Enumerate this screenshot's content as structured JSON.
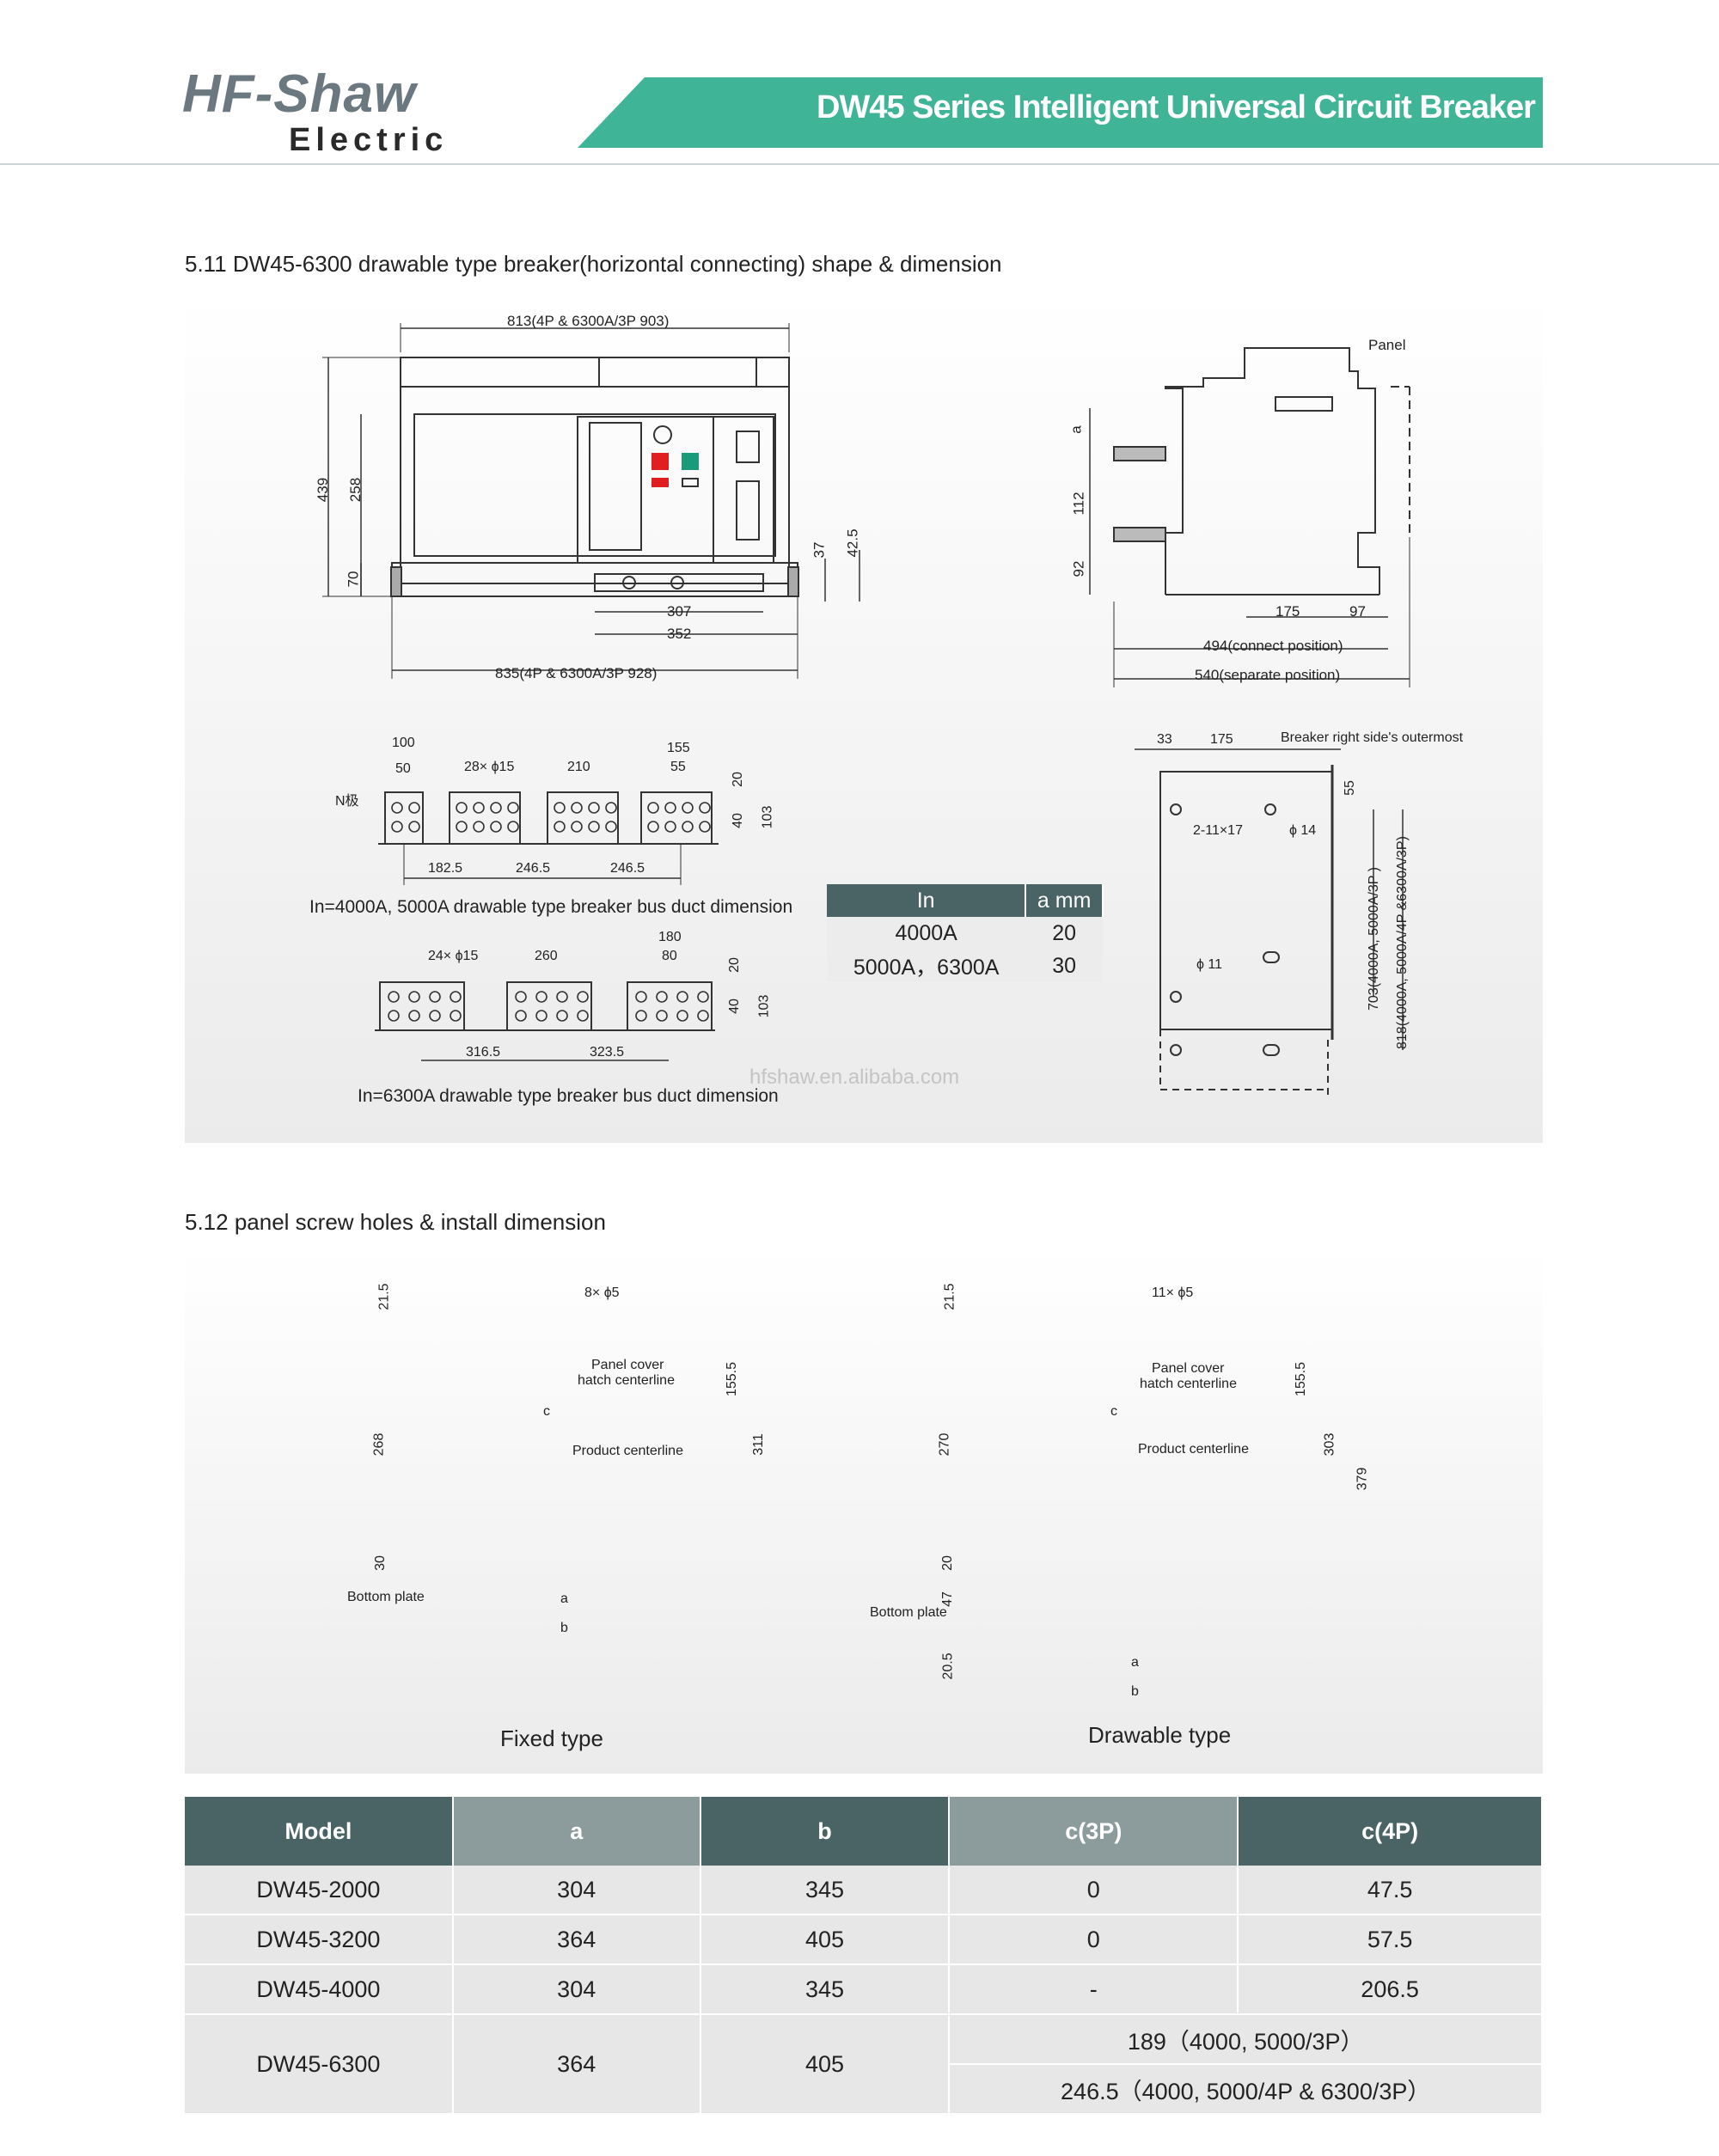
{
  "brand": {
    "name": "HF-Shaw",
    "sub": "Electric"
  },
  "banner": {
    "title": "DW45  Series Intelligent Universal Circuit Breaker"
  },
  "section1": {
    "title": "5.11  DW45-6300 drawable type breaker(horizontal connecting) shape & dimension",
    "front_dims": {
      "top": "813(4P & 6300A/3P 903)",
      "bottom": "835(4P & 6300A/3P 928)",
      "h439": "439",
      "h258": "258",
      "h70": "70",
      "d307": "307",
      "d352": "352",
      "d37": "37",
      "d42_5": "42.5"
    },
    "side_dims": {
      "panel": "Panel",
      "a": "a",
      "d112": "112",
      "d92": "92",
      "d175": "175",
      "d97": "97",
      "connect": "494(connect position)",
      "separate": "540(separate position)"
    },
    "bus1": {
      "d100": "100",
      "d50": "50",
      "holes": "28× ϕ15",
      "d210": "210",
      "d155": "155",
      "d55": "55",
      "d20": "20",
      "d40": "40",
      "d103": "103",
      "npole": "N极",
      "d182_5": "182.5",
      "d246_5a": "246.5",
      "d246_5b": "246.5",
      "caption": "In=4000A, 5000A drawable type breaker bus duct dimension"
    },
    "bus2": {
      "holes": "24× ϕ15",
      "d260": "260",
      "d180": "180",
      "d80": "80",
      "d20": "20",
      "d40": "40",
      "d103": "103",
      "d316_5": "316.5",
      "d323_5": "323.5",
      "caption": "In=6300A drawable type breaker bus duct dimension"
    },
    "mini_table": {
      "headers": [
        "In",
        "a   mm"
      ],
      "rows": [
        [
          "4000A",
          "20"
        ],
        [
          "5000A，6300A",
          "30"
        ]
      ]
    },
    "right_view": {
      "d33": "33",
      "d175": "175",
      "outer": "Breaker right side's outermost",
      "d55": "55",
      "slot": "2-11×17",
      "phi14": "ϕ 14",
      "phi11": "ϕ 11",
      "v703": "703(4000A, 5000A/3P )",
      "v818": "818(4000A, 5000A/4P &6300A/3P)"
    },
    "watermark": "hfshaw.en.alibaba.com"
  },
  "section2": {
    "title": "5.12  panel screw holes & install dimension",
    "fixed": {
      "caption": "Fixed type",
      "holes": "8× ϕ5",
      "d21_5": "21.5",
      "d268": "268",
      "d30": "30",
      "d155_5": "155.5",
      "d311": "311",
      "hatch": [
        "Panel cover",
        "hatch centerline"
      ],
      "product": "Product centerline",
      "c": "c",
      "a": "a",
      "b": "b",
      "bottom": "Bottom plate"
    },
    "drawable": {
      "caption": "Drawable type",
      "holes": "11× ϕ5",
      "d21_5": "21.5",
      "d270": "270",
      "d20": "20",
      "d47": "47",
      "d20_5": "20.5",
      "d155_5": "155.5",
      "d303": "303",
      "d379": "379",
      "hatch": [
        "Panel cover",
        "hatch centerline"
      ],
      "product": "Product centerline",
      "c": "c",
      "a": "a",
      "b": "b",
      "bottom": "Bottom plate"
    }
  },
  "table": {
    "headers": [
      "Model",
      "a",
      "b",
      "c(3P)",
      "c(4P)"
    ],
    "rows": [
      [
        "DW45-2000",
        "304",
        "345",
        "0",
        "47.5"
      ],
      [
        "DW45-3200",
        "364",
        "405",
        "0",
        "57.5"
      ],
      [
        "DW45-4000",
        "304",
        "345",
        "-",
        "206.5"
      ]
    ],
    "last_row": {
      "model": "DW45-6300",
      "a": "364",
      "b": "405",
      "c1": "189（4000, 5000/3P）",
      "c2": "246.5（4000, 5000/4P & 6300/3P）"
    }
  }
}
